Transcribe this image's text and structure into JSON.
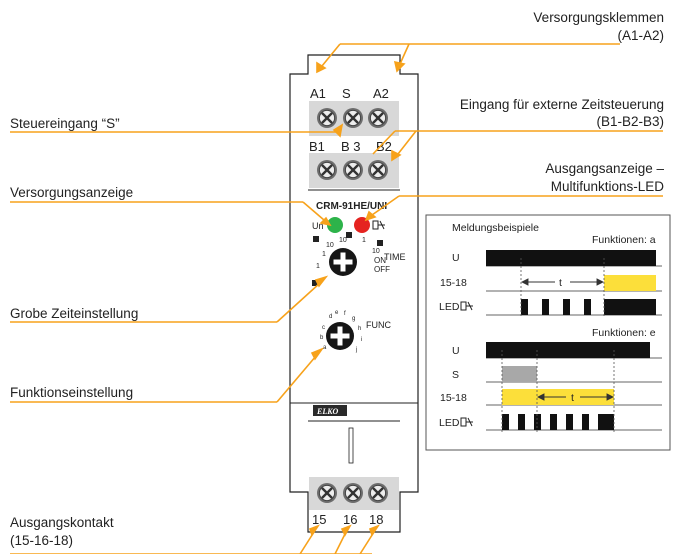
{
  "labels": {
    "supply_terminals_l1": "Versorgungsklemmen",
    "supply_terminals_l2": "(A1-A2)",
    "ext_time_l1": "Eingang für externe Zeitsteuerung",
    "ext_time_l2": "(B1-B2-B3)",
    "output_ind_l1": "Ausgangsanzeige –",
    "output_ind_l2": "Multifunktions-LED",
    "control_input": "Steuereingang “S”",
    "supply_ind": "Versorgungsanzeige",
    "coarse_time": "Grobe Zeiteinstellung",
    "function_set": "Funktionseinstellung",
    "output_contact_l1": "Ausgangskontakt",
    "output_contact_l2": "(15-16-18)"
  },
  "device": {
    "top_terminals": [
      "A1",
      "S",
      "A2"
    ],
    "mid_terminals": [
      "B1",
      "B 3",
      "B2"
    ],
    "bottom_terminals": [
      "15",
      "16",
      "18"
    ],
    "model": "CRM-91HE/UNI",
    "led_un": "Un",
    "time_label": "TIME",
    "time_marks": [
      "1",
      "10",
      "10",
      "1",
      "10",
      "1"
    ],
    "time_on": "ON",
    "time_off": "OFF",
    "func_label": "FUNC",
    "func_letters": [
      "a",
      "b",
      "c",
      "d",
      "e",
      "f",
      "g",
      "h",
      "i",
      "j"
    ],
    "brand": "ELKO"
  },
  "inset": {
    "title": "Meldungsbeispiele",
    "func_a": "Funktionen: a",
    "func_e": "Funktionen: e",
    "rows_a": [
      "U",
      "15-18",
      "LED"
    ],
    "rows_e": [
      "U",
      "S",
      "15-18",
      "LED"
    ],
    "t": "t"
  },
  "colors": {
    "orange": "#F7A21B",
    "yellow": "#FCDF3A",
    "led_green": "#2DB34A",
    "led_red": "#E52320",
    "gray": "#A8A8A8"
  }
}
